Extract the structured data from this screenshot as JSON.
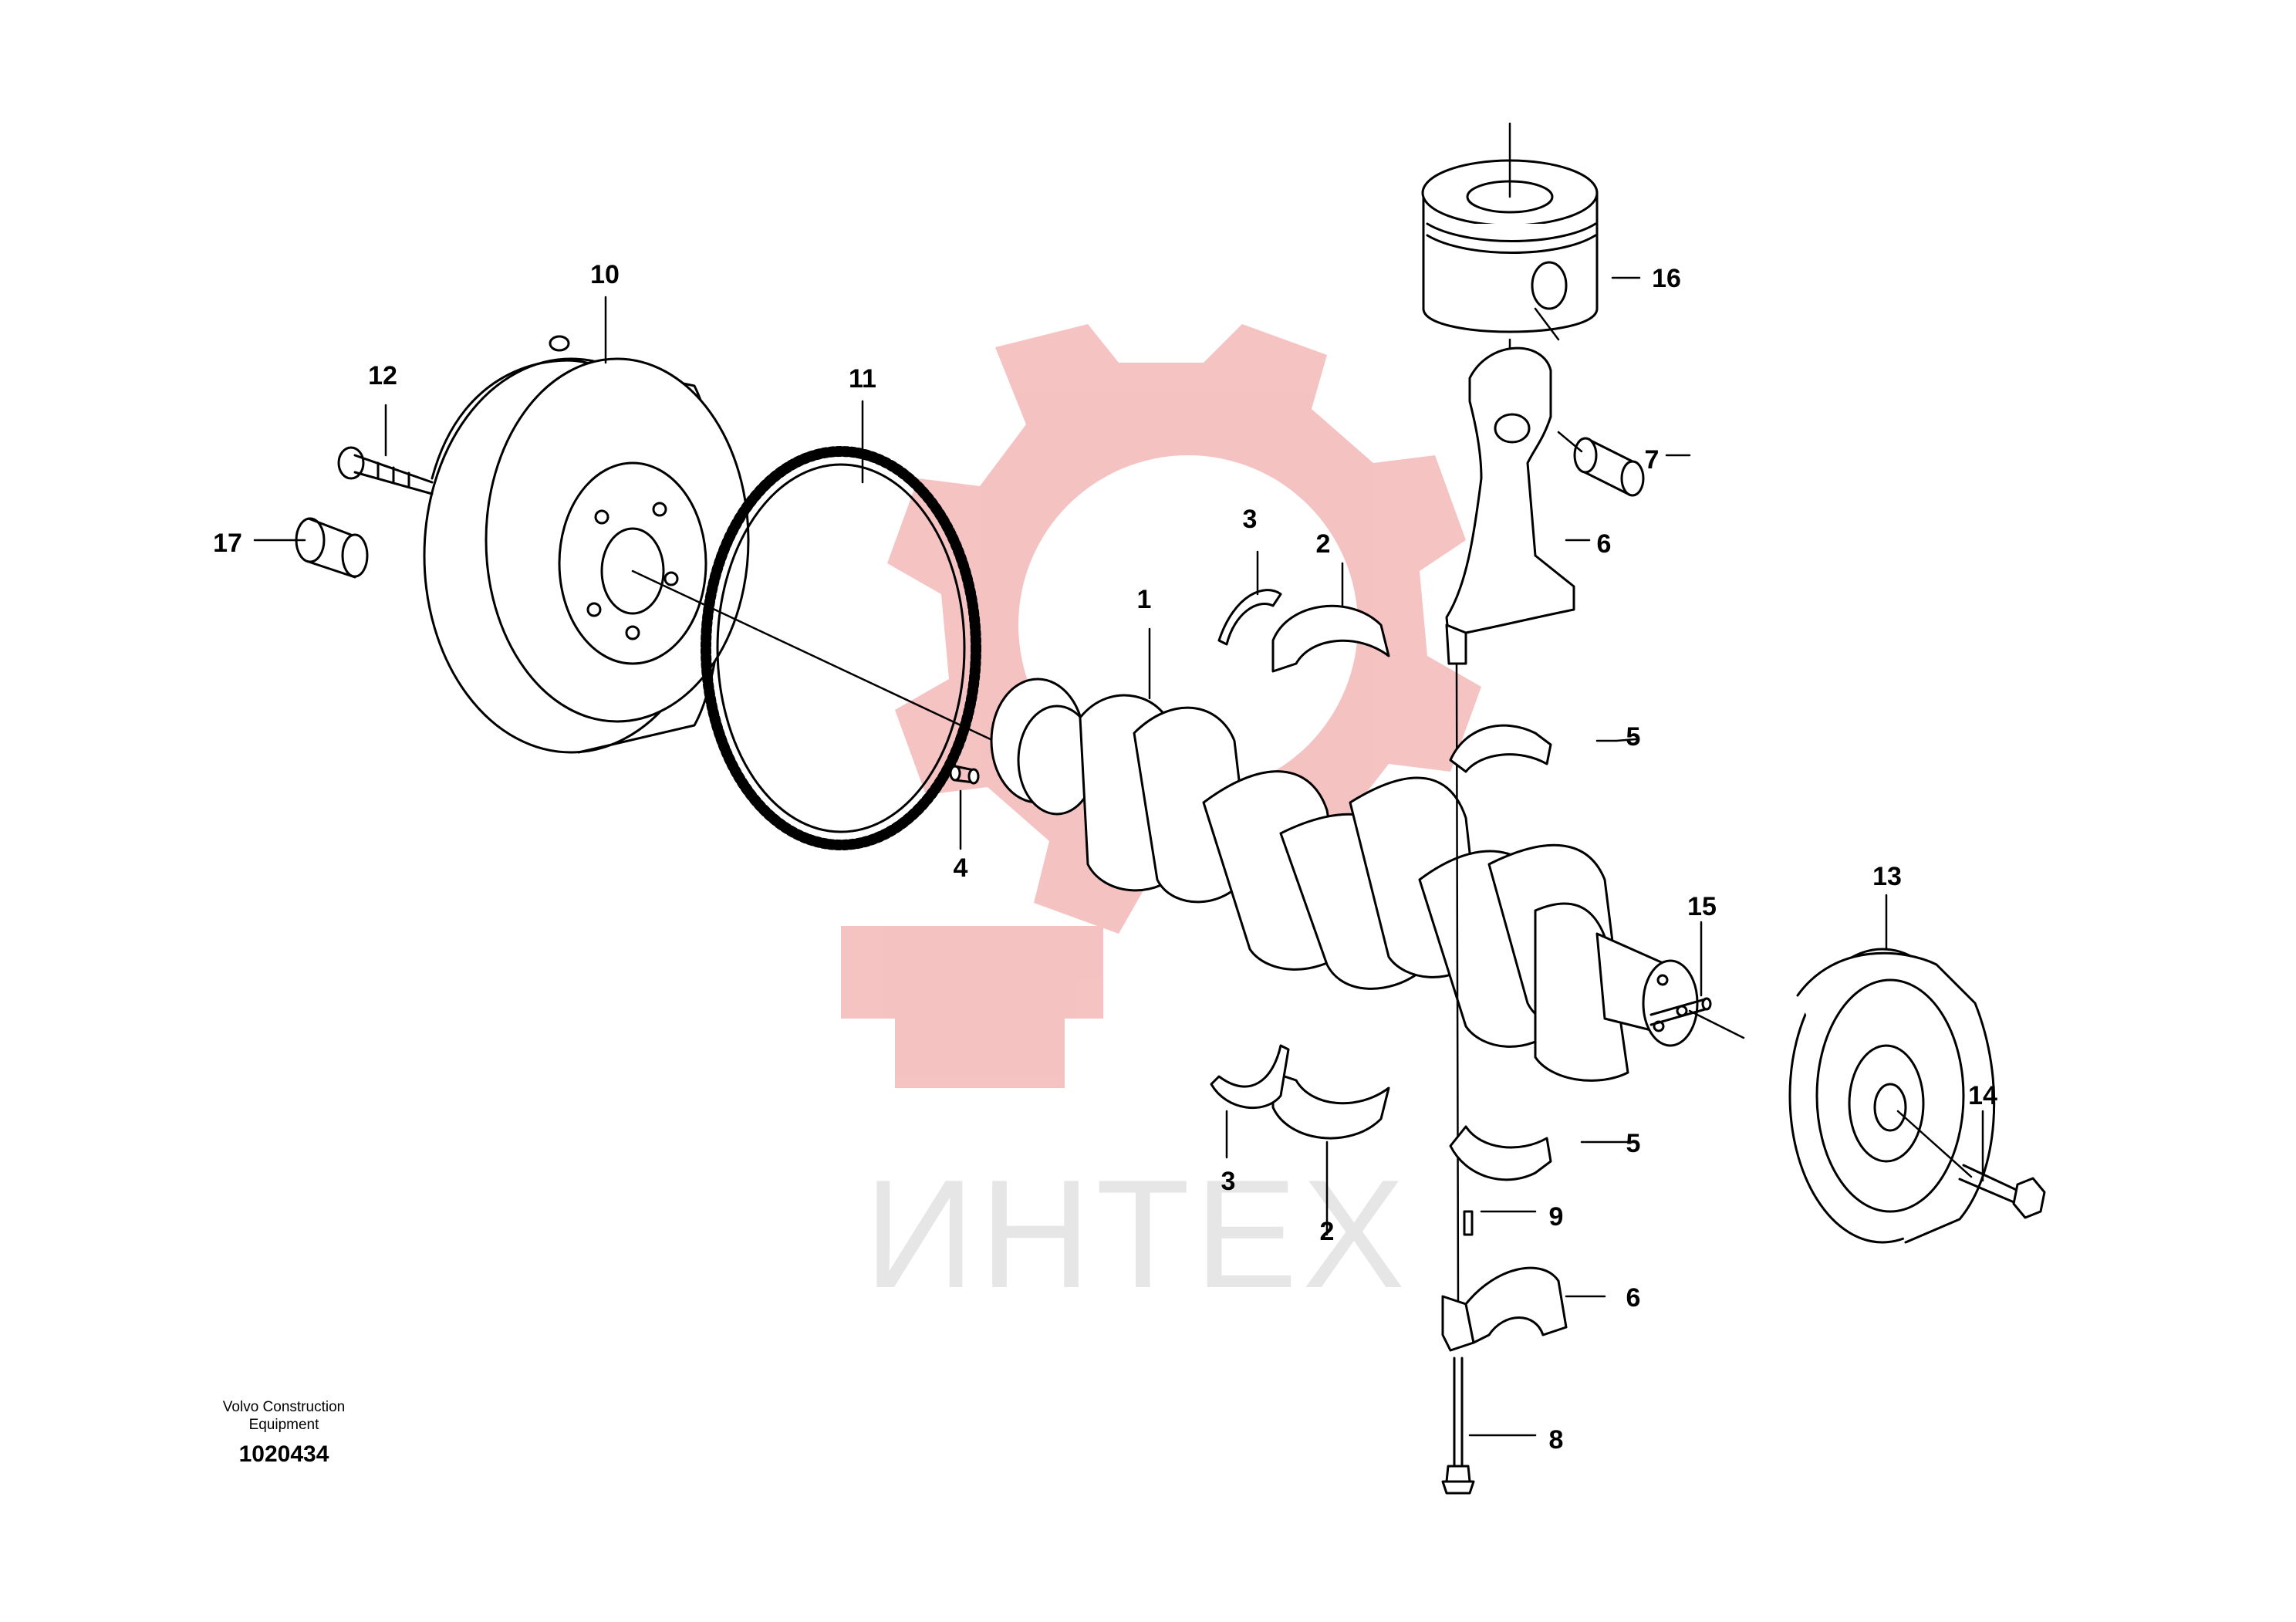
{
  "watermark": {
    "text": "ИНТЕХ",
    "gear_color": "#f4b8b8",
    "text_color": "#e6e6e6"
  },
  "callouts": [
    {
      "id": "1",
      "text": "1"
    },
    {
      "id": "2a",
      "text": "2"
    },
    {
      "id": "2b",
      "text": "2"
    },
    {
      "id": "3a",
      "text": "3"
    },
    {
      "id": "3b",
      "text": "3"
    },
    {
      "id": "4",
      "text": "4"
    },
    {
      "id": "5a",
      "text": "5"
    },
    {
      "id": "5b",
      "text": "5"
    },
    {
      "id": "6a",
      "text": "6"
    },
    {
      "id": "6b",
      "text": "6"
    },
    {
      "id": "7",
      "text": "7"
    },
    {
      "id": "8",
      "text": "8"
    },
    {
      "id": "9",
      "text": "9"
    },
    {
      "id": "10",
      "text": "10"
    },
    {
      "id": "11",
      "text": "11"
    },
    {
      "id": "12",
      "text": "12"
    },
    {
      "id": "13",
      "text": "13"
    },
    {
      "id": "14",
      "text": "14"
    },
    {
      "id": "15",
      "text": "15"
    },
    {
      "id": "16",
      "text": "16"
    },
    {
      "id": "17",
      "text": "17"
    }
  ],
  "footer": {
    "company_line1": "Volvo Construction",
    "company_line2": "Equipment",
    "doc_number": "1020434"
  }
}
